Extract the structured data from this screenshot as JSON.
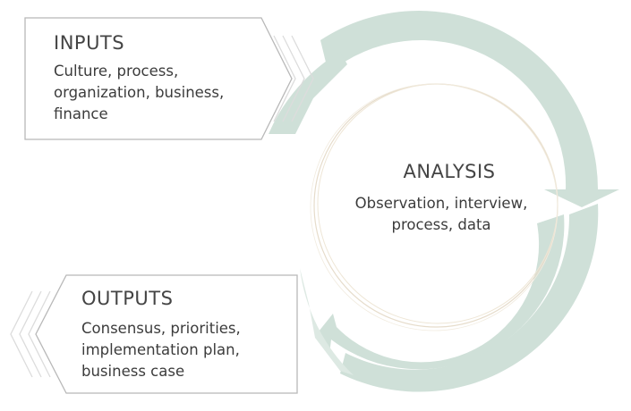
{
  "inputs": {
    "title": "INPUTS",
    "lines": [
      "Culture, process,",
      "organization, business,",
      "finance"
    ]
  },
  "analysis": {
    "title": "ANALYSIS",
    "lines": [
      "Observation, interview,",
      "process, data"
    ]
  },
  "outputs": {
    "title": "OUTPUTS",
    "lines": [
      "Consensus, priorities,",
      "implementation plan,",
      "business case"
    ]
  },
  "colors": {
    "cycle": "#cfe0d8",
    "box_border": "#b8b8b8",
    "chevron": "#dcdcdc",
    "inner_circle": "#e6dccb"
  }
}
